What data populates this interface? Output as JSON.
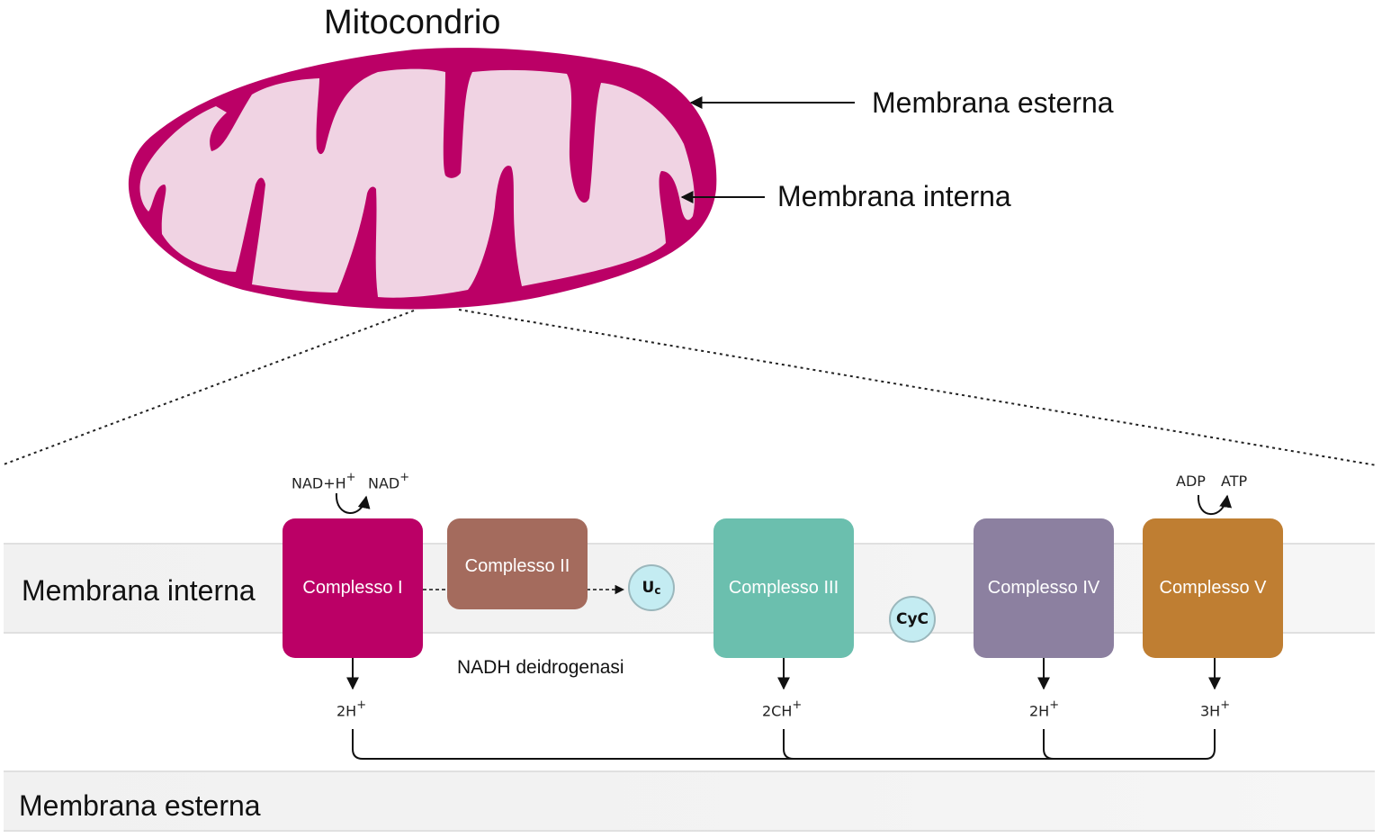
{
  "title": "Mitocondrio",
  "mitochondrion": {
    "outer_color": "#bb0066",
    "matrix_color": "#f0d3e3",
    "labels": {
      "outer": "Membrana esterna",
      "inner": "Membrana interna"
    }
  },
  "bands": {
    "inner": "Membrana interna",
    "outer": "Membrana esterna"
  },
  "complexes": [
    {
      "id": "I",
      "label": "Complesso I",
      "color": "#bb0066"
    },
    {
      "id": "II",
      "label": "Complesso II",
      "color": "#a46b5d"
    },
    {
      "id": "III",
      "label": "Complesso III",
      "color": "#6bbfae"
    },
    {
      "id": "IV",
      "label": "Complesso IV",
      "color": "#8c80a0"
    },
    {
      "id": "V",
      "label": "Complesso V",
      "color": "#bf7e32"
    }
  ],
  "carriers": {
    "ubiquinone": {
      "main": "U",
      "sub": "c"
    },
    "cytochrome_c": "CyC",
    "fill": "#c4ecf2"
  },
  "reactions": {
    "complex1_in": "NAD+H",
    "complex1_in_sup": "+",
    "complex1_out": "NAD",
    "complex1_out_sup": "+",
    "complex5_in": "ADP",
    "complex5_out": "ATP"
  },
  "enzyme_note": "NADH deidrogenasi",
  "protons": [
    {
      "base": "2H",
      "sup": "+"
    },
    {
      "base": "2CH",
      "sup": "+"
    },
    {
      "base": "2H",
      "sup": "+"
    },
    {
      "base": "3H",
      "sup": "+"
    }
  ]
}
